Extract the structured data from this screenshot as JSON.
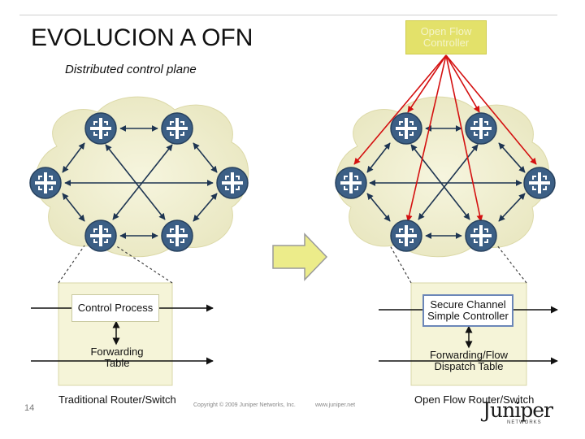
{
  "slide": {
    "title": "EVOLUCION A OFN",
    "subtitle": "Distributed control plane",
    "number": "14"
  },
  "controller": {
    "line1": "Open Flow",
    "line2": "Controller"
  },
  "left_box": {
    "control_process": "Control Process",
    "forwarding_line1": "Forwarding",
    "forwarding_line2": "Table",
    "caption": "Traditional Router/Switch"
  },
  "right_box": {
    "secure_line1": "Secure Channel",
    "secure_line2": "Simple Controller",
    "dispatch_line1": "Forwarding/Flow",
    "dispatch_line2": "Dispatch Table",
    "caption": "Open Flow Router/Switch"
  },
  "footer": {
    "copyright": "Copyright © 2009 Juniper Networks, Inc.",
    "website": "www.juniper.net"
  },
  "logo": {
    "name": "Juniper",
    "sub": "NETWORKS"
  },
  "colors": {
    "cloud": "#f1efcf",
    "router_blue": "#3c5f85",
    "arrow_dark": "#1e3552",
    "controller_link": "#d41010",
    "controller_box": "#e3e16a",
    "process_box": "#f5f4d8",
    "transition_arrow": "#ecec8a"
  }
}
